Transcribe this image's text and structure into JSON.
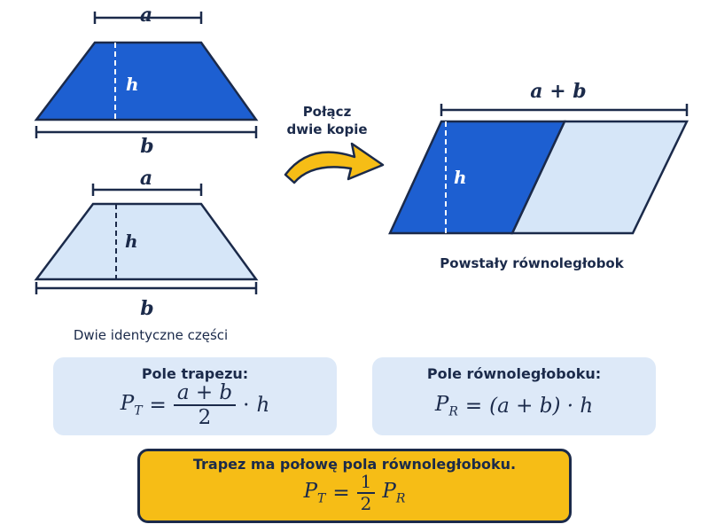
{
  "labels": {
    "a": "a",
    "b": "b",
    "h": "h",
    "a_plus_b": "a + b"
  },
  "captions": {
    "arrow_line1": "Połącz",
    "arrow_line2": "dwie kopie",
    "two_parts": "Dwie identyczne części",
    "result": "Powstały równoległobok"
  },
  "boxes": {
    "trapezoid": {
      "title": "Pole trapezu:",
      "lhs_main": "P",
      "lhs_sub": "T",
      "eq": "=",
      "numerator": "a + b",
      "denominator": "2",
      "dot": "·",
      "tail": "h"
    },
    "parallelogram": {
      "title": "Pole równoległoboku:",
      "lhs_main": "P",
      "lhs_sub": "R",
      "eq": "=",
      "rhs": "(a + b) · h"
    },
    "conclusion": {
      "title": "Trapez ma połowę pola równoległoboku.",
      "lhs_main": "P",
      "lhs_sub": "T",
      "eq": "=",
      "numerator": "1",
      "denominator": "2",
      "rhs_main": "P",
      "rhs_sub": "R"
    }
  },
  "colors": {
    "dark_blue": "#1d5fd1",
    "light_blue": "#d6e6f8",
    "outline": "#1b2a4a",
    "arrow": "#f6bd16",
    "box_background": "#dde9f8",
    "conclusion_background": "#f6bd16"
  }
}
